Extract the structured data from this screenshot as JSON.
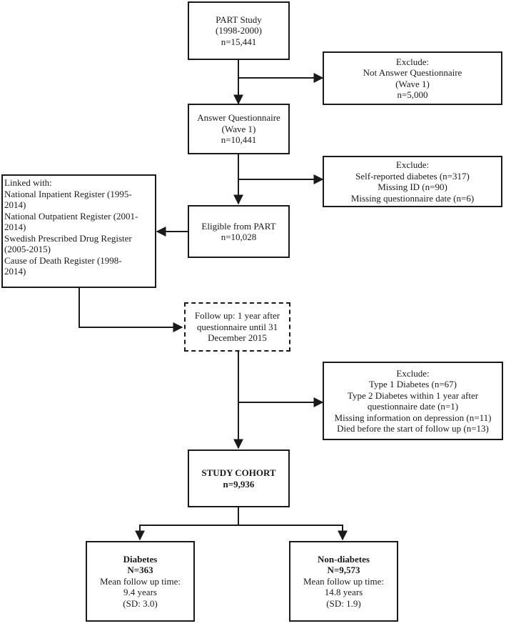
{
  "boxes": {
    "part_study": {
      "lines": [
        "PART Study",
        "(1998-2000)",
        "n=15,441"
      ]
    },
    "exclude_1": {
      "lines": [
        "Exclude:",
        "Not Answer Questionnaire",
        "(Wave 1)",
        "n=5,000"
      ]
    },
    "answer_questionnaire": {
      "lines": [
        "Answer Questionnaire",
        "(Wave 1)",
        "n=10,441"
      ]
    },
    "exclude_2": {
      "lines": [
        "Exclude:",
        "Self-reported diabetes (n=317)",
        "Missing ID (n=90)",
        "Missing questionnaire date (n=6)"
      ]
    },
    "linked_registers": {
      "lines": [
        "Linked with:",
        "National Inpatient Register (1995-",
        "2014)",
        "National Outpatient Register (2001-",
        "2014)",
        "Swedish Prescribed Drug Register",
        "(2005-2015)",
        "Cause of Death Register (1998-",
        "2014)"
      ]
    },
    "eligible": {
      "lines": [
        "Eligible from PART",
        "n=10,028"
      ]
    },
    "follow_up": {
      "lines": [
        "Follow up: 1 year after",
        "questionnaire until 31",
        "December 2015"
      ]
    },
    "exclude_3": {
      "lines": [
        "Exclude:",
        "Type 1 Diabetes (n=67)",
        "Type 2 Diabetes within 1 year after",
        "questionnaire date (n=1)",
        "Missing information on depression (n=11)",
        "Died before the start of follow up (n=13)"
      ]
    },
    "study_cohort": {
      "lines": [
        "STUDY COHORT",
        "n=9,936"
      ]
    },
    "diabetes": {
      "lines": [
        "Diabetes",
        "N=363",
        "Mean follow up time:",
        "9.4 years",
        "(SD: 3.0)"
      ]
    },
    "non_diabetes": {
      "lines": [
        "Non-diabetes",
        "N=9,573",
        "Mean follow up time:",
        "14.8 years",
        "(SD: 1.9)"
      ]
    }
  }
}
